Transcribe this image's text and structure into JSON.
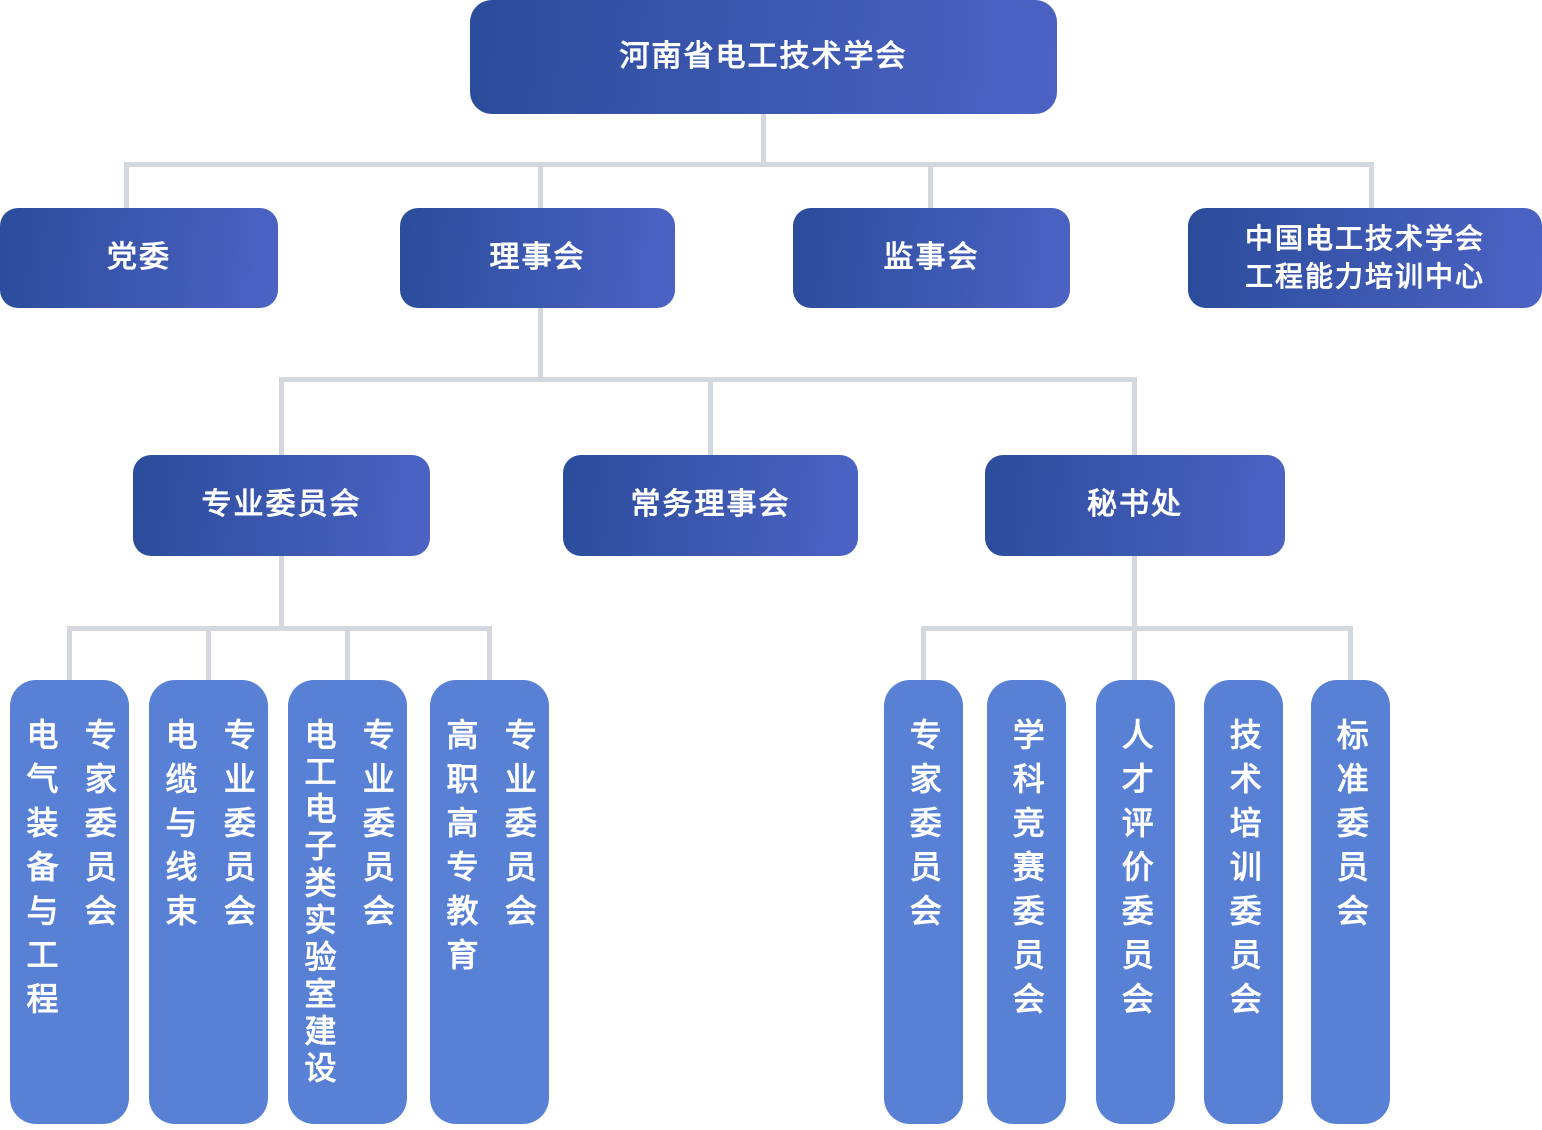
{
  "colors": {
    "node_gradient_start": "#2b4c9b",
    "node_gradient_end": "#4c63c4",
    "leaf_fill": "#5881d6",
    "connector": "#d3d8de",
    "text": "#ffffff"
  },
  "root": {
    "label": "河南省电工技术学会"
  },
  "level2": [
    {
      "label": "党委"
    },
    {
      "label": "理事会"
    },
    {
      "label": "监事会"
    },
    {
      "lines": [
        "中国电工技术学会",
        "工程能力培训中心"
      ]
    }
  ],
  "level3": [
    {
      "label": "专业委员会"
    },
    {
      "label": "常务理事会"
    },
    {
      "label": "秘书处"
    }
  ],
  "professional_committees": [
    {
      "cols": [
        "电气装备与工程",
        "专家委员会"
      ]
    },
    {
      "cols": [
        "电缆与线束",
        "专业委员会"
      ]
    },
    {
      "cols": [
        "电工电子类实验室建设",
        "专业委员会"
      ]
    },
    {
      "cols": [
        "高职高专教育",
        "专业委员会"
      ]
    }
  ],
  "secretariat_committees": [
    {
      "cols": [
        "专家委员会"
      ]
    },
    {
      "cols": [
        "学科竞赛委员会"
      ]
    },
    {
      "cols": [
        "人才评价委员会"
      ]
    },
    {
      "cols": [
        "技术培训委员会"
      ]
    },
    {
      "cols": [
        "标准委员会"
      ]
    }
  ]
}
